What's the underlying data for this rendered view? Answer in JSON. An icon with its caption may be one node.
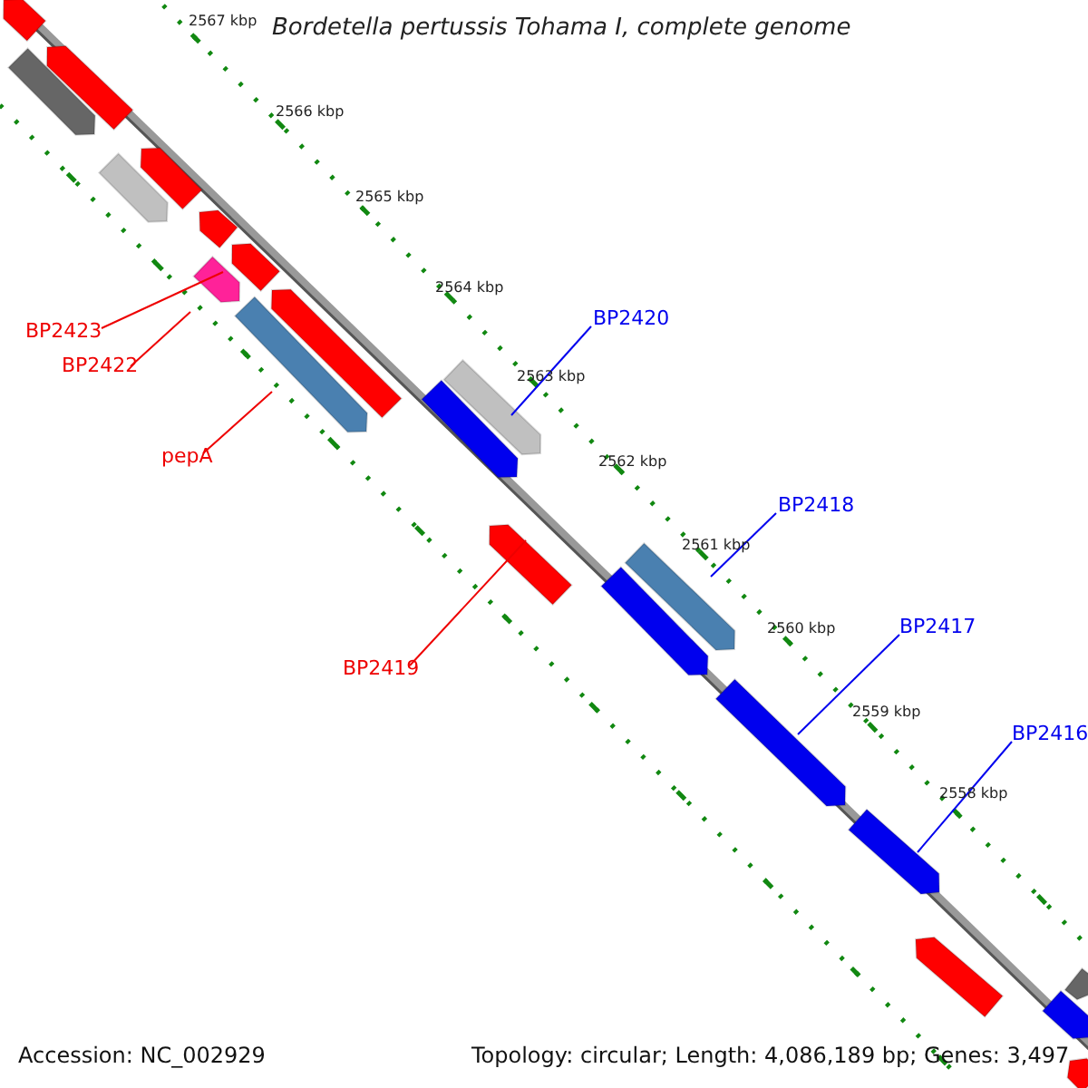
{
  "diagram": {
    "title": "Bordetella pertussis Tohama I, complete genome",
    "nodes": [
      {
        "text": [
          "BP2420"
        ]
      },
      {
        "text": [],
        "shape": "bar"
      },
      {
        "text": [
          "BP2423"
        ]
      },
      {
        "text": [],
        "shape": "bar"
      },
      {
        "text": [
          "BP2422"
        ]
      },
      {
        "text": [
          "pepA"
        ]
      },
      {
        "text": [],
        "shape": "bar"
      },
      {
        "text": [
          "BP2418"
        ]
      },
      {
        "text": [],
        "shape": "bar"
      },
      {
        "text": [
          "BP2417"
        ]
      },
      {
        "text": [],
        "shape": "bar"
      },
      {
        "text": [
          "BP2419"
        ]
      },
      {
        "text": [],
        "shape": "bar"
      },
      {
        "text": [
          "BP2416"
        ]
      },
      {
        "text": [],
        "shape": "bar"
      },
      {
        "text": [],
        "shape": "bar"
      },
      {
        "text": [],
        "shape": "bar"
      },
      {
        "text": [],
        "shape": "bar"
      },
      {
        "text": [],
        "shape": "bar"
      },
      {
        "text": [],
        "shape": "bar"
      },
      {
        "text": [],
        "shape": "bar"
      },
      {
        "text": [],
        "shape": "bar"
      },
      {
        "text": [],
        "shape": "bar"
      },
      {
        "text": [],
        "shape": "bar"
      },
      {
        "text": [],
        "shape": "bar"
      },
      {
        "text": [],
        "shape": "bar"
      },
      {
        "text": [],
        "shape": "bar"
      },
      {
        "text": [],
        "shape": "bar"
      },
      {
        "text": [],
        "shape": "bar"
      }
    ],
    "edges": [
      {
        "from": 0,
        "to": 1,
        "arrow": "none",
        "color": "#0000ee"
      },
      {
        "from": 2,
        "to": 3,
        "arrow": "none",
        "color": "#ee0000"
      },
      {
        "from": 4,
        "to": null,
        "arrow": "none",
        "color": "#ee0000"
      },
      {
        "from": 5,
        "to": 6,
        "arrow": "none",
        "color": "#ee0000"
      },
      {
        "from": 7,
        "to": 8,
        "arrow": "none",
        "color": "#0000ee"
      },
      {
        "from": 9,
        "to": 10,
        "arrow": "none",
        "color": "#0000ee"
      },
      {
        "from": 11,
        "to": 12,
        "arrow": "none",
        "color": "#ee0000"
      },
      {
        "from": 13,
        "to": 14,
        "arrow": "none",
        "color": "#0000ee"
      }
    ],
    "labels": [
      "2567 kbp",
      "2566 kbp",
      "2565 kbp",
      "2564 kbp",
      "2563 kbp",
      "2562 kbp",
      "2561 kbp",
      "2560 kbp",
      "2559 kbp",
      "2558 kbp",
      "Accession: NC_002929",
      "Topology: circular; Length: 4,086,189 bp; Genes: 3,497"
    ]
  }
}
